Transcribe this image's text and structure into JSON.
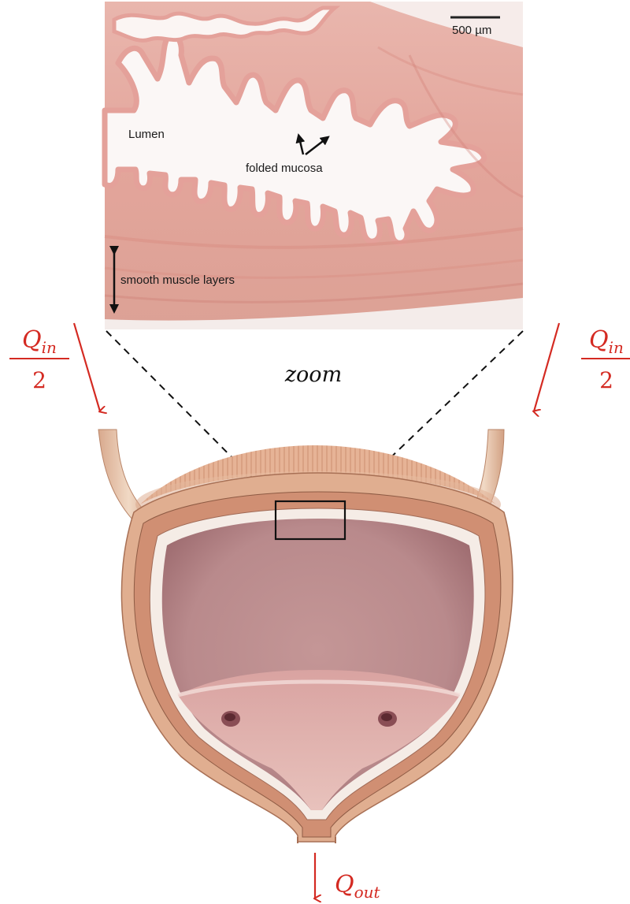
{
  "micrograph": {
    "scale_bar_label": "500 µm",
    "lumen_label": "Lumen",
    "mucosa_label": "folded mucosa",
    "muscle_label": "smooth muscle layers"
  },
  "zoom_label": "zoom",
  "inflow_left": {
    "symbol": "Q",
    "subscript": "in",
    "denominator": "2"
  },
  "inflow_right": {
    "symbol": "Q",
    "subscript": "in",
    "denominator": "2"
  },
  "outflow": {
    "symbol": "Q",
    "subscript": "out"
  },
  "colors": {
    "flow_arrow": "#d42a22",
    "tissue_pink": "#e8b2aa",
    "tissue_dark": "#c8736a",
    "bladder_outer": "#d9a88c",
    "bladder_lumen": "#c99696",
    "ureter": "#e6c1a6"
  }
}
